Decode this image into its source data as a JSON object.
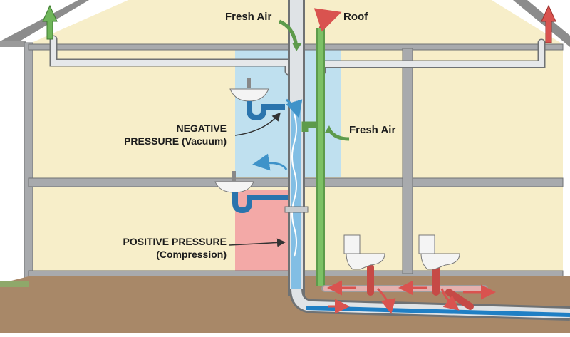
{
  "labels": {
    "fresh_air_top": "Fresh Air",
    "roof": "Roof",
    "negative_line1": "NEGATIVE",
    "negative_line2": "PRESSURE (Vacuum)",
    "fresh_air_right": "Fresh Air",
    "positive_line1": "POSITIVE PRESSURE",
    "positive_line2": "(Compression)"
  },
  "colors": {
    "wall_fill": "#f7eec9",
    "frame": "#a8aaad",
    "frame_dark": "#6f7274",
    "roof": "#9a9a9a",
    "ground": "#a88868",
    "grass": "#8fa86a",
    "vacuum_zone": "#bfe0ef",
    "pressure_zone": "#f3a9a7",
    "stack_pipe": "#dfe3e6",
    "water": "#1f7fc4",
    "vent_green": "#6fb55a",
    "vent_red": "#d9534f",
    "arrow_blue": "#3f93c9"
  },
  "icons": [
    "sink-icon",
    "toilet-icon",
    "airflow-arrow-icon"
  ]
}
